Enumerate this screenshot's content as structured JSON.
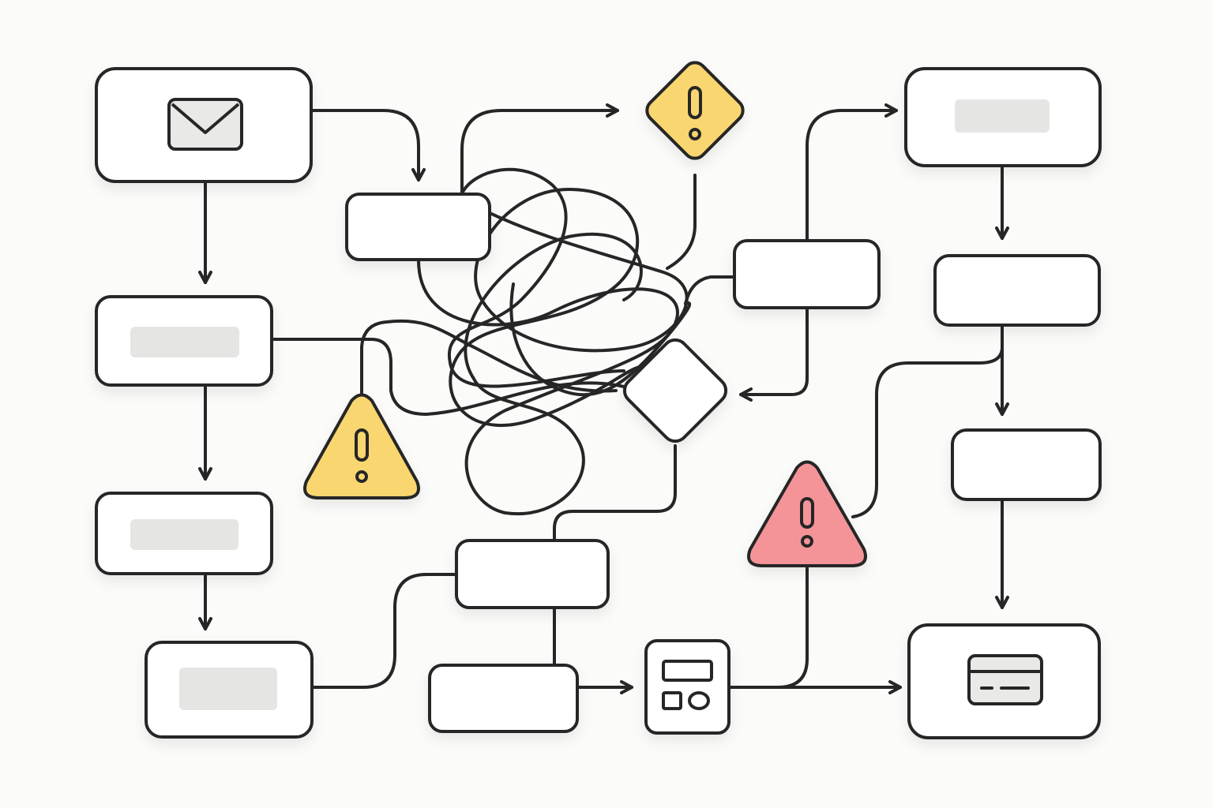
{
  "colors": {
    "background": "#fbfbfa",
    "stroke": "#262626",
    "node_fill": "#ffffff",
    "placeholder": "#e5e5e3",
    "warning_yellow": "#f9d66f",
    "warning_red": "#f49499",
    "icon_fill": "#e9e9e7"
  },
  "icons": {
    "start": "envelope-icon",
    "device": "dashboard-device-icon",
    "end": "card-window-icon",
    "warnings": [
      "warning-diamond-icon",
      "warning-triangle-icon",
      "error-triangle-icon"
    ]
  },
  "nodes": [
    {
      "id": "email",
      "icon": "envelope-icon"
    },
    {
      "id": "left-step-1",
      "placeholder": true
    },
    {
      "id": "left-step-2",
      "placeholder": true
    },
    {
      "id": "left-step-3",
      "placeholder": true
    },
    {
      "id": "center-top",
      "placeholder": false
    },
    {
      "id": "center-right",
      "placeholder": false
    },
    {
      "id": "center-bottom",
      "placeholder": false
    },
    {
      "id": "bottom-mid",
      "placeholder": false
    },
    {
      "id": "device",
      "icon": "dashboard-device-icon"
    },
    {
      "id": "right-top",
      "placeholder": true
    },
    {
      "id": "right-mid-1",
      "placeholder": false
    },
    {
      "id": "right-mid-2",
      "placeholder": false
    },
    {
      "id": "end",
      "icon": "card-window-icon"
    },
    {
      "id": "decision-diamond",
      "shape": "diamond"
    }
  ],
  "warnings": [
    {
      "id": "warning-top",
      "shape": "diamond",
      "color": "#f9d66f"
    },
    {
      "id": "warning-left",
      "shape": "triangle",
      "color": "#f9d66f"
    },
    {
      "id": "error-right",
      "shape": "triangle",
      "color": "#f49499"
    }
  ]
}
